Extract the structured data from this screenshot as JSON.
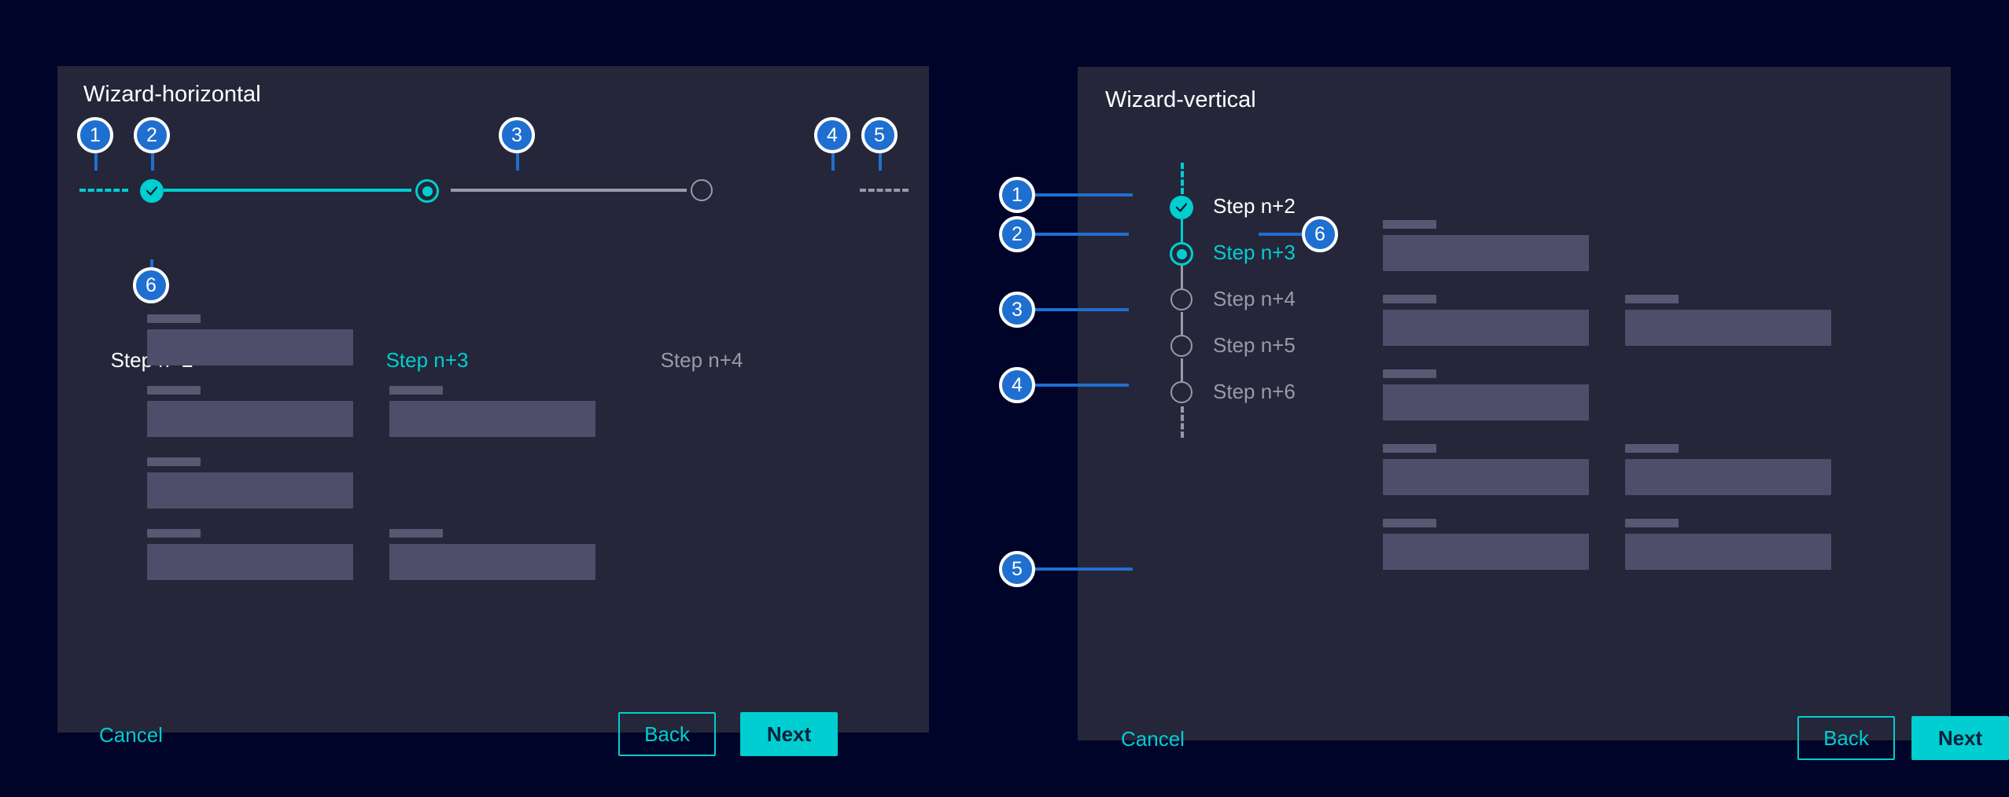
{
  "panels": {
    "horizontal": {
      "title": "Wizard-horizontal",
      "steps": [
        {
          "label": "Step n+2",
          "state": "completed",
          "marker": "check-icon"
        },
        {
          "label": "Step n+3",
          "state": "active",
          "marker": "radio-icon"
        },
        {
          "label": "Step n+4",
          "state": "upcoming",
          "marker": "circle-icon"
        }
      ],
      "footer": {
        "cancel": "Cancel",
        "back": "Back",
        "next": "Next"
      }
    },
    "vertical": {
      "title": "Wizard-vertical",
      "steps": [
        {
          "label": "Step n+2",
          "state": "completed",
          "marker": "check-icon"
        },
        {
          "label": "Step n+3",
          "state": "active",
          "marker": "radio-icon"
        },
        {
          "label": "Step n+4",
          "state": "upcoming",
          "marker": "circle-icon"
        },
        {
          "label": "Step n+5",
          "state": "upcoming",
          "marker": "circle-icon"
        },
        {
          "label": "Step n+6",
          "state": "upcoming",
          "marker": "circle-icon"
        }
      ],
      "footer": {
        "cancel": "Cancel",
        "back": "Back",
        "next": "Next"
      }
    }
  },
  "annotations": {
    "horizontal": [
      "1",
      "2",
      "3",
      "4",
      "5",
      "6"
    ],
    "vertical": [
      "1",
      "2",
      "3",
      "4",
      "5",
      "6"
    ]
  },
  "colors": {
    "page_background": "#000428",
    "panel_background": "#252639",
    "accent_teal": "#00CED1",
    "badge_blue": "#1f6fd0",
    "upcoming_gray": "#9a9aa8",
    "skeleton_field": "#4e4e6a",
    "skeleton_label": "#585873",
    "text_white": "#ffffff"
  }
}
